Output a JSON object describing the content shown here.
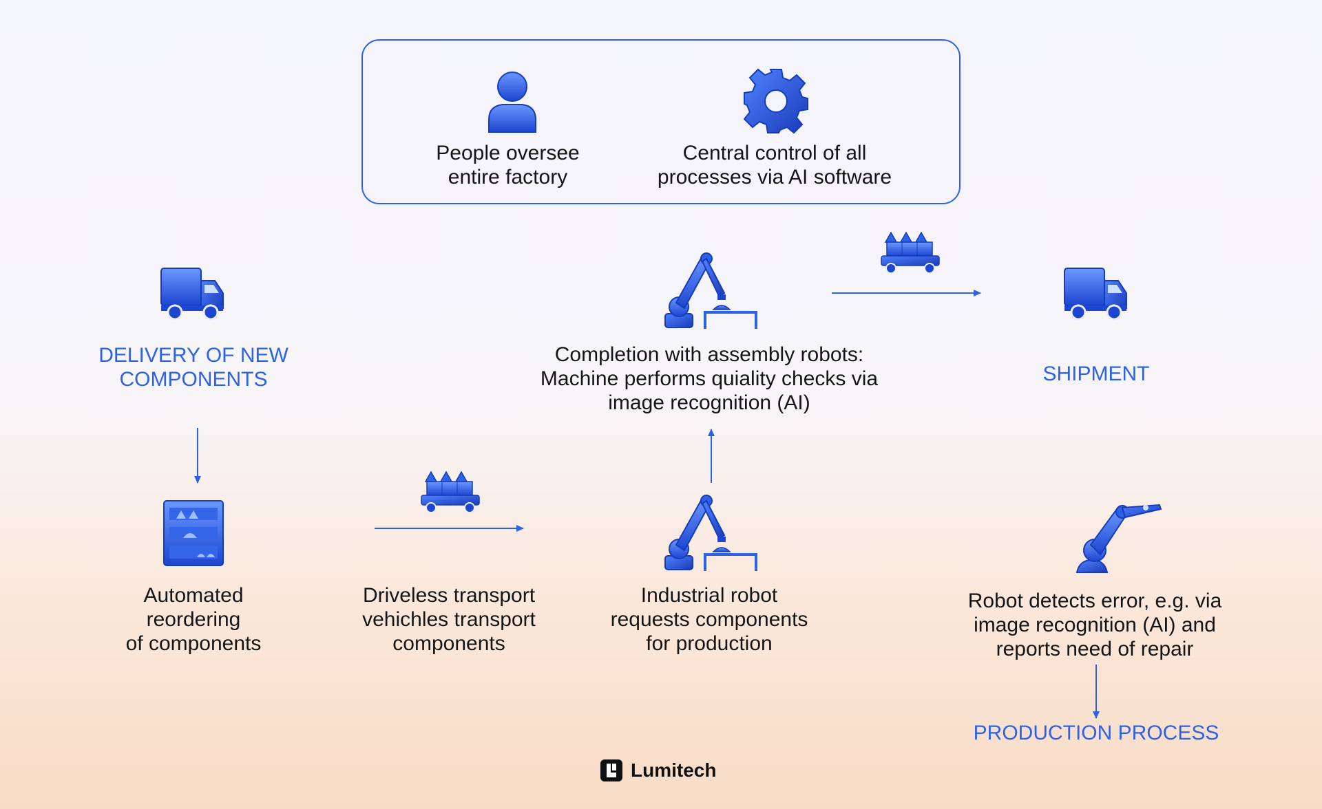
{
  "oversight": {
    "people": "People oversee\nentire factory",
    "ai": "Central control of all\nprocesses via AI software"
  },
  "steps": {
    "delivery": "DELIVERY OF NEW\nCOMPONENTS",
    "reordering": "Automated\nreordering\nof components",
    "transport": "Driveless transport\nvehichles transport\ncomponents",
    "robot_request": "Industrial robot\nrequests components\nfor production",
    "assembly": "Completion with assembly robots:\nMachine performs quiality checks via\nimage recognition (AI)",
    "shipment": "SHIPMENT",
    "error": "Robot detects error, e.g. via\nimage recognition (AI) and\nreports need of repair",
    "production": "PRODUCTION PROCESS"
  },
  "brand": {
    "name": "Lumitech"
  },
  "colors": {
    "accent": "#2d62e6",
    "icon_dark": "#1a3fc4",
    "icon_light": "#5b8cff"
  },
  "icons": [
    "person-icon",
    "gear-icon",
    "truck-icon",
    "robot-arm-icon",
    "cart-icon",
    "shelf-icon",
    "welding-robot-icon",
    "logo-icon"
  ]
}
